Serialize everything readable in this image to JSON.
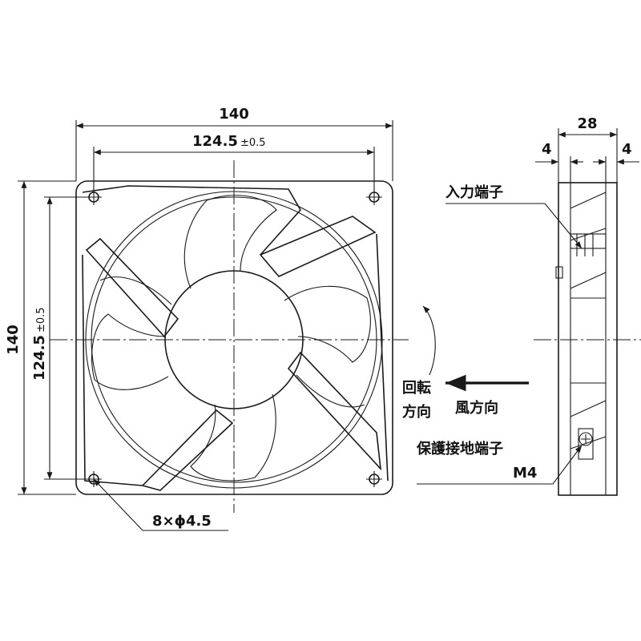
{
  "front_view": {
    "width_dim": "140",
    "hole_pitch_h": "124.5",
    "hole_pitch_h_tol": "±0.5",
    "height_dim": "140",
    "hole_pitch_v": "124.5",
    "hole_pitch_v_tol": "±0.5",
    "holes_note": "8×ϕ4.5"
  },
  "side_view": {
    "depth_dim": "28",
    "flange_left": "4",
    "flange_right": "4",
    "input_terminal": "入力端子",
    "ground_terminal": "保護接地端子",
    "ground_screw": "M4"
  },
  "rotation_label_1": "回転",
  "rotation_label_2": "方向",
  "airflow_label": "風方向"
}
